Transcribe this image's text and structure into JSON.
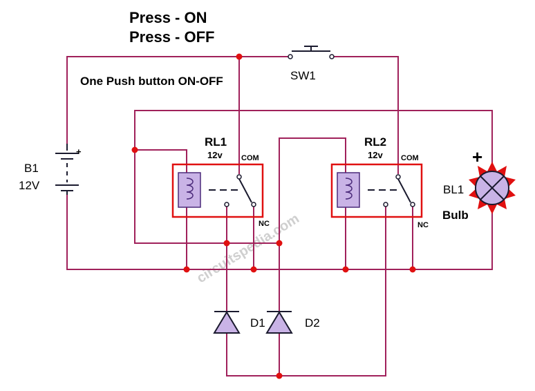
{
  "title": {
    "line1": "Press - ON",
    "line2": "Press - OFF",
    "subtitle": "One Push button ON-OFF"
  },
  "components": {
    "switch": "SW1",
    "battery_name": "B1",
    "battery_voltage": "12V",
    "battery_plus": "+",
    "relay1": {
      "name": "RL1",
      "voltage": "12v",
      "com": "COM",
      "nc": "NC"
    },
    "relay2": {
      "name": "RL2",
      "voltage": "12v",
      "com": "COM",
      "nc": "NC"
    },
    "bulb_name": "BL1",
    "bulb_label": "Bulb",
    "bulb_plus": "+",
    "diode1": "D1",
    "diode2": "D2"
  },
  "watermark": "circuitspedia.com",
  "colors": {
    "wire": "#a0205a",
    "relay_box": "#e01010",
    "junction": "#e01010",
    "coil": "#c9b3e6",
    "bulb_star": "#e01010"
  }
}
